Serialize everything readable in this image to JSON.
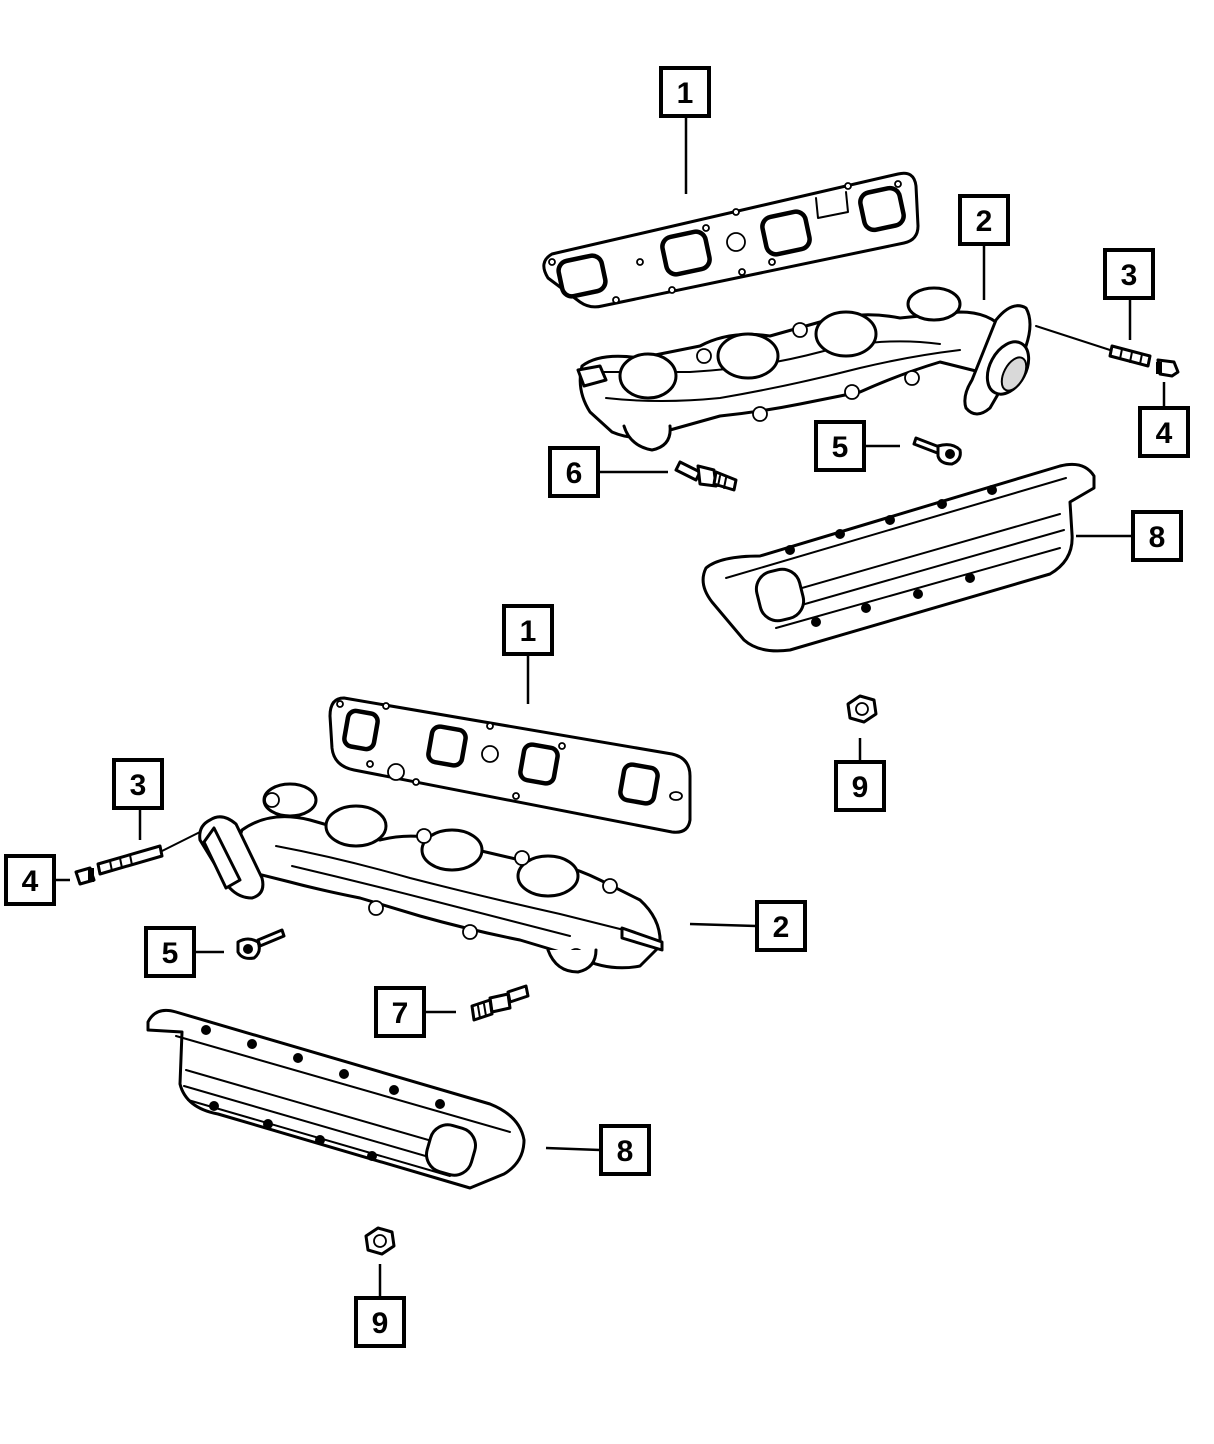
{
  "callouts": {
    "upper_gasket": "1",
    "upper_manifold": "2",
    "upper_stud": "3",
    "upper_nut": "4",
    "upper_bolt": "5",
    "upper_sensor": "6",
    "upper_heat_shield": "8",
    "upper_shield_nut": "9",
    "lower_gasket": "1",
    "lower_manifold": "2",
    "lower_stud": "3",
    "lower_nut": "4",
    "lower_bolt": "5",
    "lower_sensor": "7",
    "lower_heat_shield": "8",
    "lower_shield_nut": "9"
  }
}
